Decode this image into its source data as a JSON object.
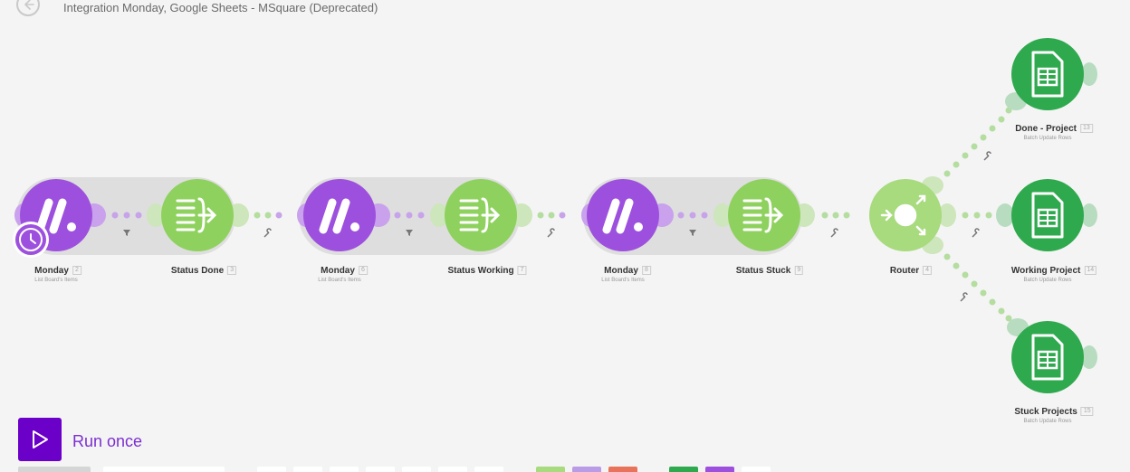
{
  "header": {
    "title": "Integration Monday, Google Sheets - MSquare (Deprecated)"
  },
  "colors": {
    "monday": "#9d50dd",
    "tools": "#8fd15f",
    "sheets": "#2fa94e",
    "run": "#6b00c8"
  },
  "modules": [
    {
      "id": "monday-1",
      "name": "Monday",
      "num": "2",
      "sub": "List Board's Items",
      "icon": "monday-logo-icon",
      "type": "monday"
    },
    {
      "id": "status-done",
      "name": "Status Done",
      "num": "3",
      "sub": "",
      "icon": "text-aggregator-icon",
      "type": "tools"
    },
    {
      "id": "monday-2",
      "name": "Monday",
      "num": "6",
      "sub": "List Board's Items",
      "icon": "monday-logo-icon",
      "type": "monday"
    },
    {
      "id": "status-working",
      "name": "Status Working",
      "num": "7",
      "sub": "",
      "icon": "text-aggregator-icon",
      "type": "tools"
    },
    {
      "id": "monday-3",
      "name": "Monday",
      "num": "8",
      "sub": "List Board's Items",
      "icon": "monday-logo-icon",
      "type": "monday"
    },
    {
      "id": "status-stuck",
      "name": "Status Stuck",
      "num": "9",
      "sub": "",
      "icon": "text-aggregator-icon",
      "type": "tools"
    },
    {
      "id": "router",
      "name": "Router",
      "num": "4",
      "sub": "",
      "icon": "router-icon",
      "type": "router"
    },
    {
      "id": "done-project",
      "name": "Done - Project",
      "num": "13",
      "sub": "Batch Update Rows",
      "icon": "google-sheets-icon",
      "type": "sheets"
    },
    {
      "id": "working-project",
      "name": "Working Project",
      "num": "14",
      "sub": "Batch Update Rows",
      "icon": "google-sheets-icon",
      "type": "sheets"
    },
    {
      "id": "stuck-projects",
      "name": "Stuck Projects",
      "num": "15",
      "sub": "Batch Update Rows",
      "icon": "google-sheets-icon",
      "type": "sheets"
    }
  ],
  "run": {
    "label": "Run once"
  }
}
